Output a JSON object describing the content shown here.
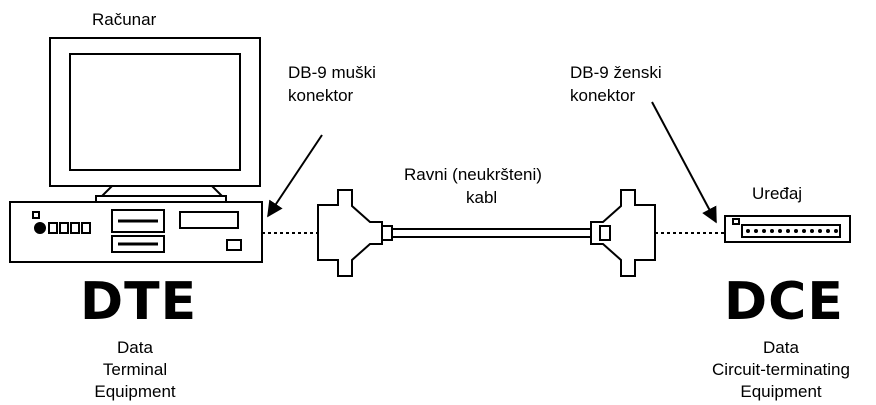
{
  "labels": {
    "computer": "Računar",
    "male_connector_line1": "DB-9 muški",
    "male_connector_line2": "konektor",
    "female_connector_line1": "DB-9 ženski",
    "female_connector_line2": "konektor",
    "cable_line1": "Ravni (neukršteni)",
    "cable_line2": "kabl",
    "device": "Uređaj"
  },
  "dte": {
    "abbr": "DTE",
    "line1": "Data",
    "line2": "Terminal",
    "line3": "Equipment"
  },
  "dce": {
    "abbr": "DCE",
    "line1": "Data",
    "line2": "Circuit-terminating",
    "line3": "Equipment"
  }
}
